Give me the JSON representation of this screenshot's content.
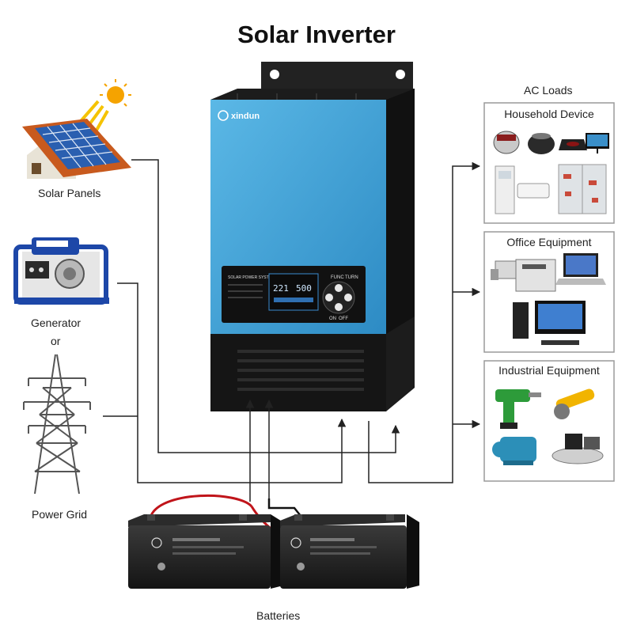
{
  "title": "Solar Inverter",
  "sources": {
    "solar_panels": "Solar Panels",
    "generator": "Generator",
    "or": "or",
    "power_grid": "Power Grid"
  },
  "ac_loads": {
    "heading": "AC Loads",
    "groups": [
      {
        "label": "Household Device"
      },
      {
        "label": "Office Equipment"
      },
      {
        "label": "Industrial Equipment"
      }
    ]
  },
  "inverter": {
    "brand": "xindun",
    "panel_label": "SOLAR POWER SYSTEM",
    "display_values": [
      "221",
      "500"
    ],
    "keypad_labels": [
      "FUNC",
      "TURN",
      "ON",
      "OFF"
    ]
  },
  "batteries_label": "Batteries",
  "colors": {
    "inverter_blue": "#3ea3d8",
    "inverter_body": "#1c1c1c",
    "wire": "#222222",
    "cable_red": "#c0141a",
    "box_border": "#9a9a9a",
    "sun": "#f5a300",
    "panel_cell": "#2a5fb0",
    "roof": "#c85a1e"
  }
}
